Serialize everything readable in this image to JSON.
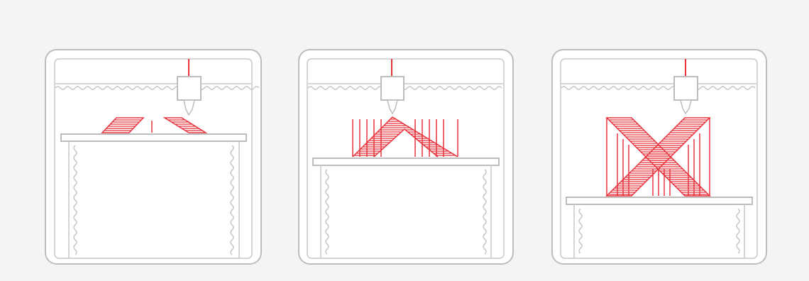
{
  "colors": {
    "background": "#f4f4f4",
    "frame": "#bdbdbd",
    "frame_inner": "#ffffff",
    "print_accent": "#e8333c"
  },
  "panels": [
    {
      "stage": 1,
      "bed_level": "high",
      "print_progress": 0.1
    },
    {
      "stage": 2,
      "bed_level": "middle",
      "print_progress": 0.5
    },
    {
      "stage": 3,
      "bed_level": "low",
      "print_progress": 1.0
    }
  ]
}
